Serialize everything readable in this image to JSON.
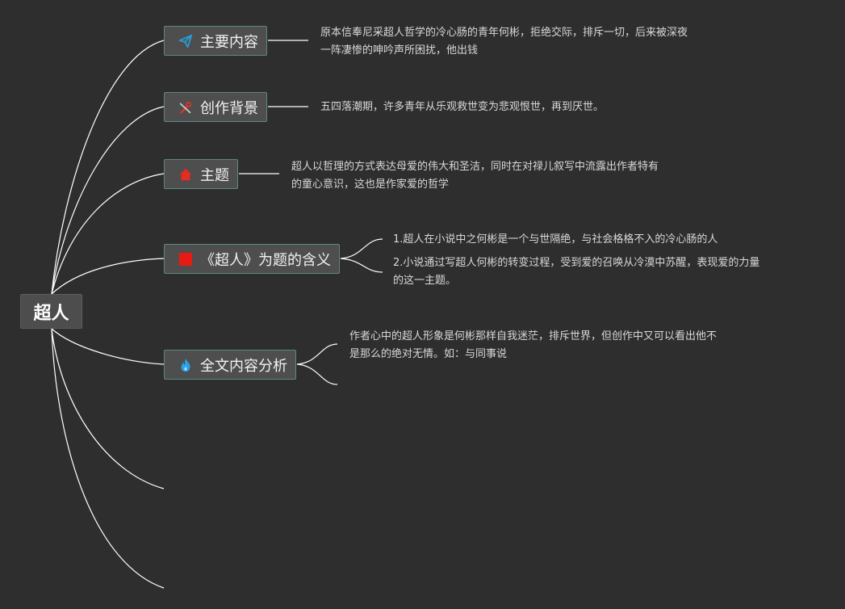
{
  "root": {
    "label": "超人"
  },
  "topics": [
    {
      "label": "主要内容",
      "icon": "paper-plane-icon",
      "icon_color": "#2b9bd6"
    },
    {
      "label": "创作背景",
      "icon": "tools-icon",
      "icon_color": "#e0342c"
    },
    {
      "label": "主题",
      "icon": "house-icon",
      "icon_color": "#e52b22"
    },
    {
      "label": "《超人》为题的含义",
      "icon": "red-square-icon",
      "icon_color": "#e51b14"
    },
    {
      "label": "全文内容分析",
      "icon": "flame-icon",
      "icon_color": "#2aa4e8"
    }
  ],
  "notes": {
    "main_content": [
      "原本信奉尼采超人哲学的冷心肠的青年何彬，拒绝交际，排斥一切，后来被深夜",
      "一阵凄惨的呻吟声所困扰，他出钱"
    ],
    "background": [
      "五四落潮期，许多青年从乐观救世变为悲观恨世，再到厌世。"
    ],
    "theme": [
      "超人以哲理的方式表达母爱的伟大和圣洁，同时在对禄儿叙写中流露出作者特有",
      "的童心意识，这也是作家爱的哲学"
    ],
    "title_meaning_1": [
      "1.超人在小说中之何彬是一个与世隔绝，与社会格格不入的冷心肠的人"
    ],
    "title_meaning_2": [
      "2.小说通过写超人何彬的转变过程，受到爱的召唤从冷漠中苏醒，表现爱的力量",
      "的这一主题。"
    ],
    "analysis": [
      "作者心中的超人形象是何彬那样自我迷茫，排斥世界，但创作中又可以看出他不",
      "是那么的绝对无情。如：与同事说"
    ]
  },
  "colors": {
    "background": "#2e2e2e",
    "connector": "#ffffff",
    "topic_border": "#5b8a82"
  }
}
